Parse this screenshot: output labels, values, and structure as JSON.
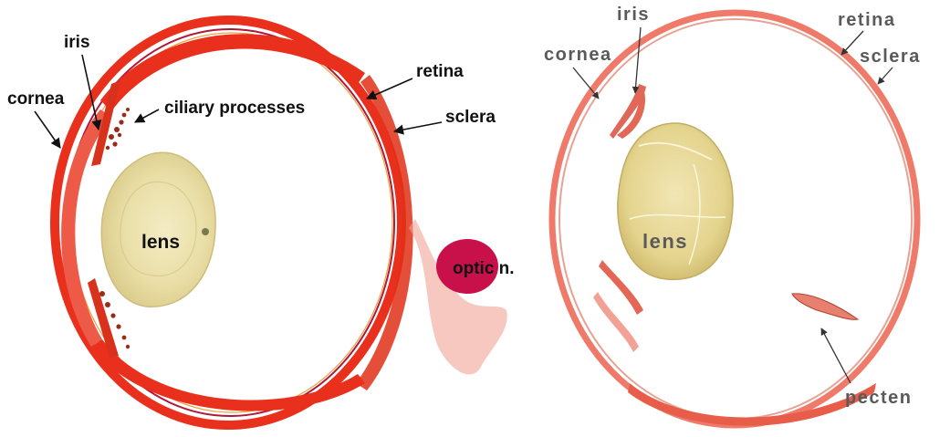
{
  "left_panel": {
    "labels": {
      "iris": "iris",
      "cornea": "cornea",
      "ciliary": "ciliary processes",
      "retina": "retina",
      "sclera": "sclera",
      "lens": "lens",
      "optic": "optic n."
    }
  },
  "right_panel": {
    "labels": {
      "iris": "iris",
      "cornea": "cornea",
      "retina": "retina",
      "sclera": "sclera",
      "lens": "lens",
      "pecten": "pecten"
    }
  },
  "colors": {
    "tissue_red": "#e8301c",
    "tissue_dark": "#c0200f",
    "lens_fill": "#e8dca0",
    "optic_nerve": "#c8104a",
    "right_tissue": "#ef7a6a"
  }
}
